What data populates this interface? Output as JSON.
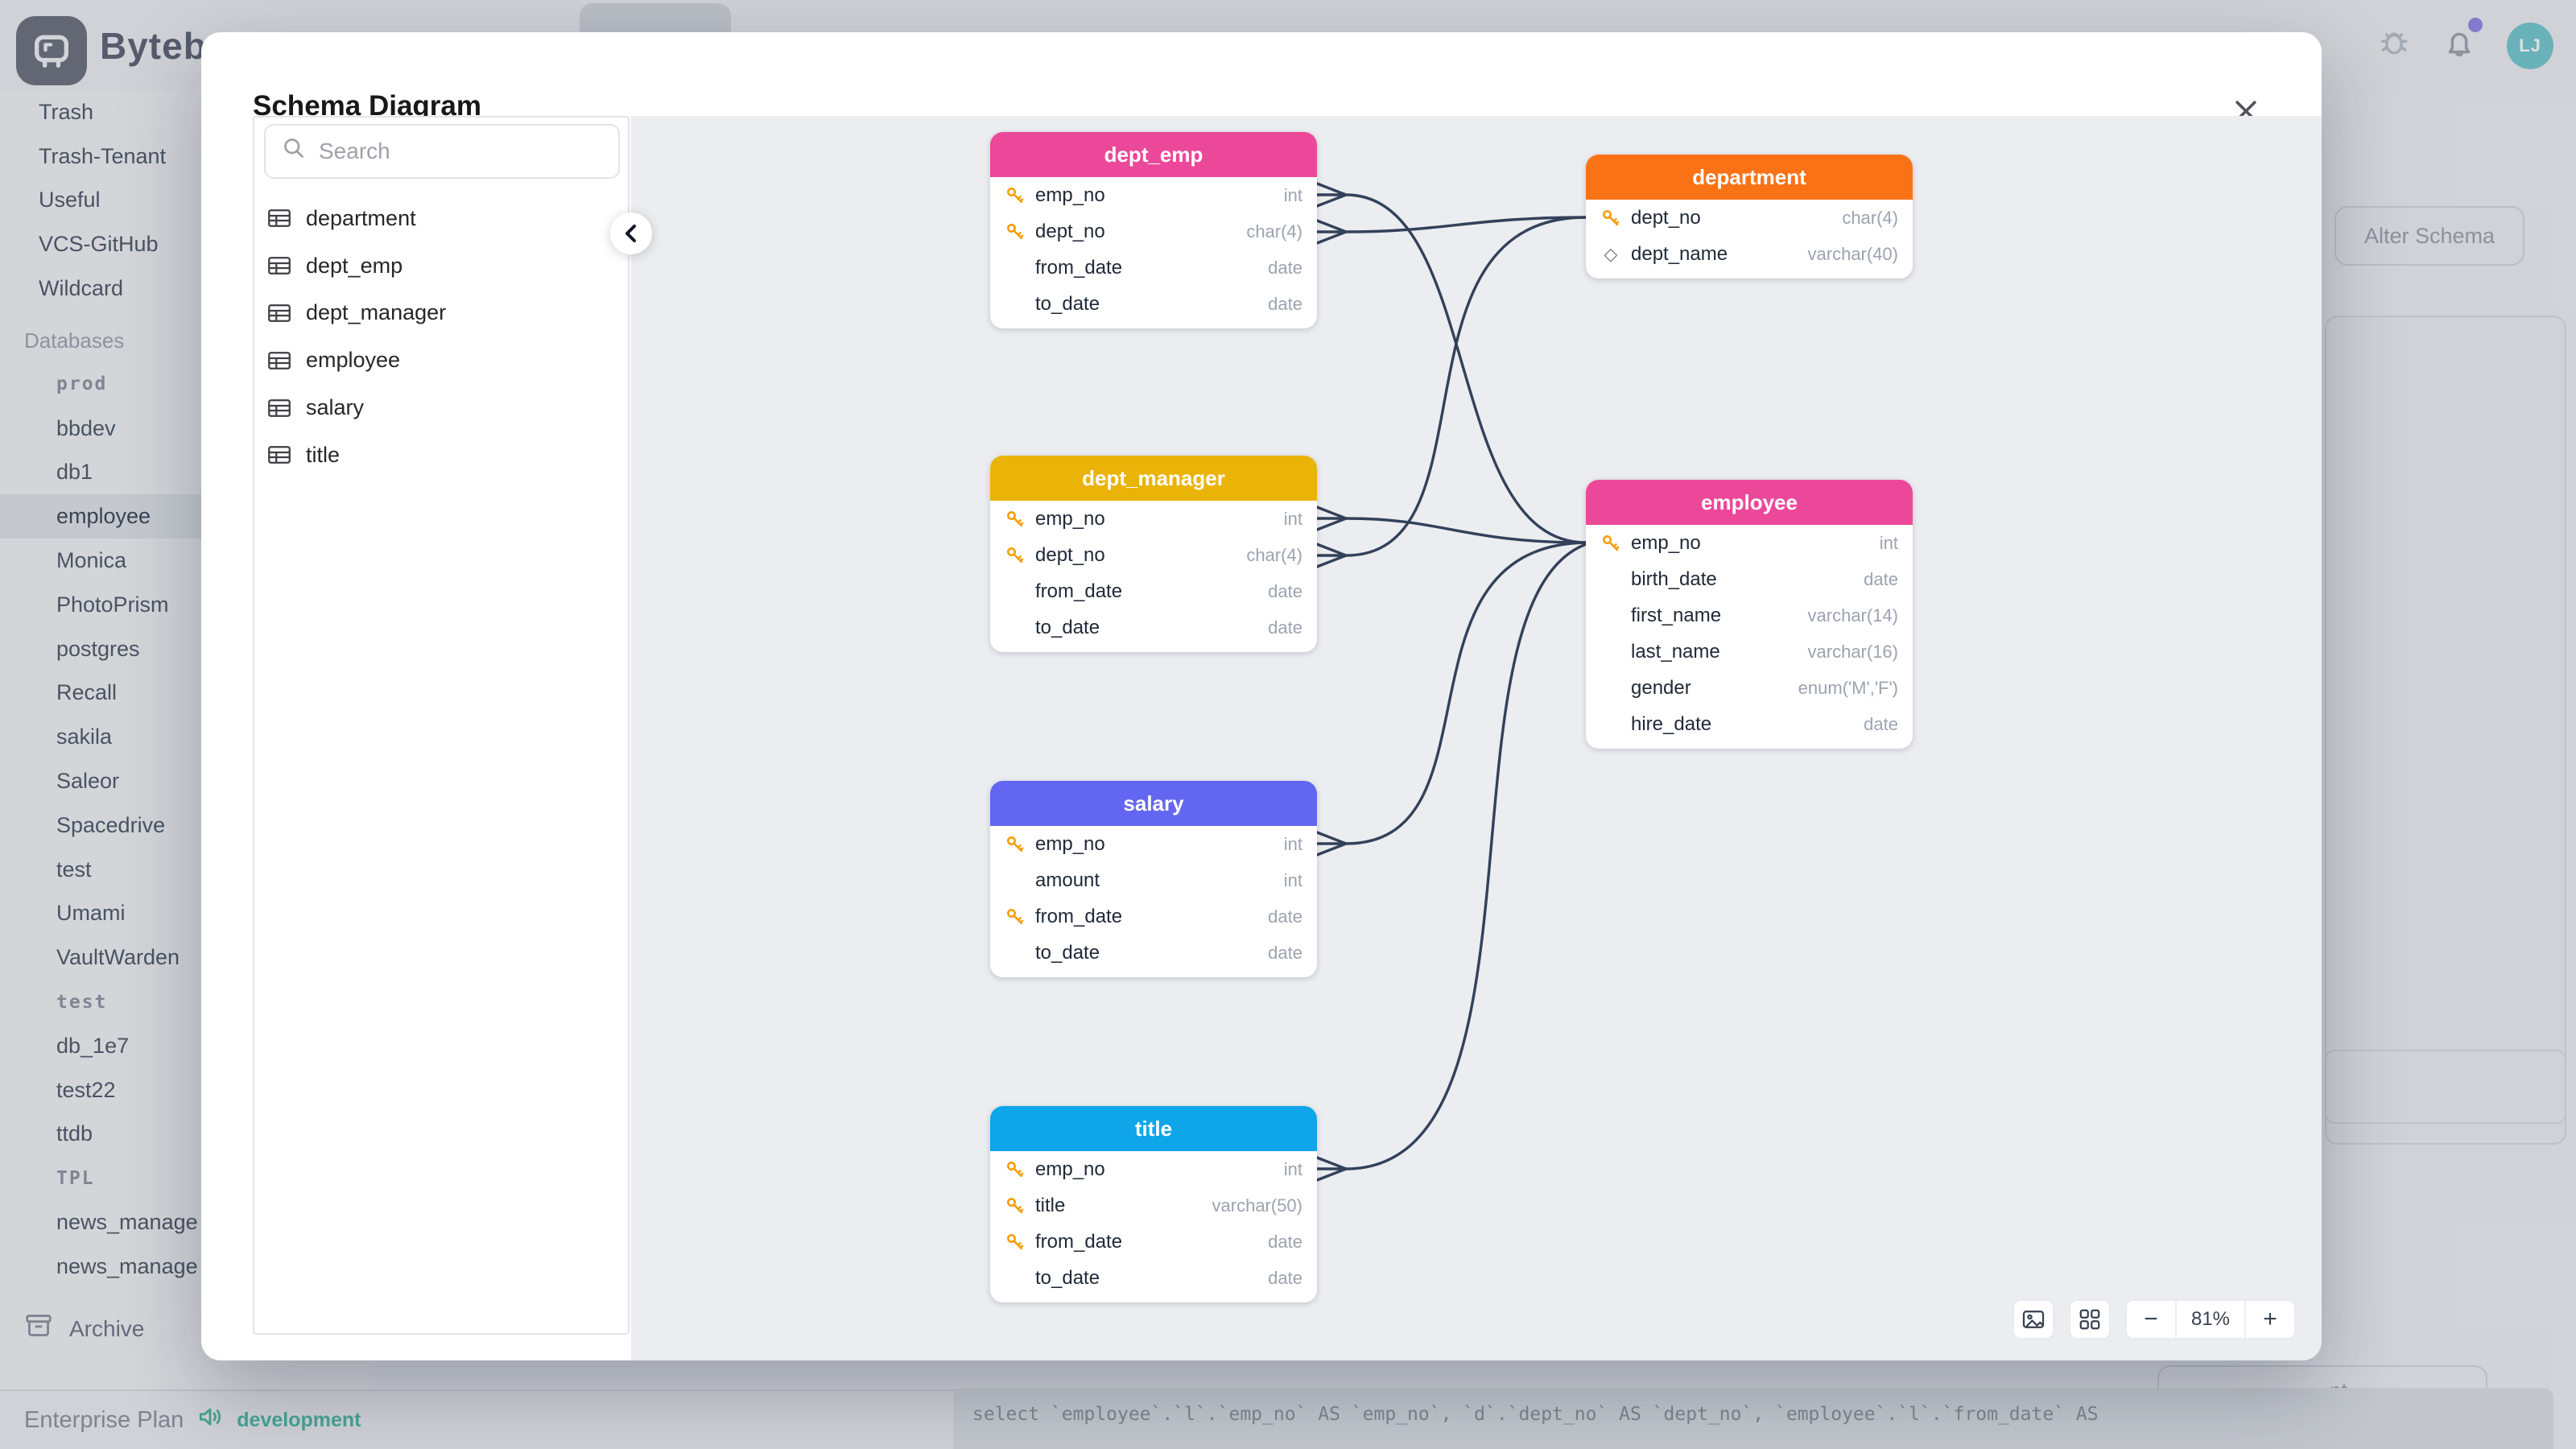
{
  "header": {
    "brand": "Bytebase",
    "avatar_initials": "LJ"
  },
  "sidebar": {
    "top_items": [
      "Trash",
      "Trash-Tenant",
      "Useful",
      "VCS-GitHub",
      "Wildcard"
    ],
    "section_label": "Databases",
    "groups": [
      {
        "label": "prod",
        "items": [
          "bbdev",
          "db1",
          "employee",
          "Monica",
          "PhotoPrism",
          "postgres",
          "Recall",
          "sakila",
          "Saleor",
          "Spacedrive",
          "test",
          "Umami",
          "VaultWarden"
        ],
        "active_item": "employee"
      },
      {
        "label": "test",
        "items": [
          "db_1e7",
          "test22",
          "ttdb"
        ]
      },
      {
        "label": "TPL",
        "items": [
          "news_manage",
          "news_manage"
        ]
      }
    ],
    "archive_label": "Archive",
    "plan_label": "Enterprise Plan",
    "env_label": "development"
  },
  "background_page": {
    "alter_schema_label": "Alter Schema",
    "sql_fragment": "select `employee`.`l`.`emp_no` AS `emp_no`, `d`.`dept_no` AS `dept_no`, `employee`.`l`.`from_date` AS",
    "right_fragment": "nt"
  },
  "modal": {
    "title": "Schema Diagram",
    "search_placeholder": "Search",
    "table_list": [
      "department",
      "dept_emp",
      "dept_manager",
      "employee",
      "salary",
      "title"
    ],
    "zoom_level": "81%",
    "zoom_minus": "−",
    "zoom_plus": "+",
    "close_glyph": "✕"
  },
  "diagram": {
    "tables": [
      {
        "name": "dept_emp",
        "header_color": "#ec4899",
        "columns": [
          {
            "name": "emp_no",
            "type": "int",
            "key": "primary"
          },
          {
            "name": "dept_no",
            "type": "char(4)",
            "key": "primary"
          },
          {
            "name": "from_date",
            "type": "date",
            "key": ""
          },
          {
            "name": "to_date",
            "type": "date",
            "key": ""
          }
        ]
      },
      {
        "name": "department",
        "header_color": "#f97316",
        "columns": [
          {
            "name": "dept_no",
            "type": "char(4)",
            "key": "primary"
          },
          {
            "name": "dept_name",
            "type": "varchar(40)",
            "key": "unique"
          }
        ]
      },
      {
        "name": "dept_manager",
        "header_color": "#eab308",
        "columns": [
          {
            "name": "emp_no",
            "type": "int",
            "key": "primary"
          },
          {
            "name": "dept_no",
            "type": "char(4)",
            "key": "primary"
          },
          {
            "name": "from_date",
            "type": "date",
            "key": ""
          },
          {
            "name": "to_date",
            "type": "date",
            "key": ""
          }
        ]
      },
      {
        "name": "employee",
        "header_color": "#ec4899",
        "columns": [
          {
            "name": "emp_no",
            "type": "int",
            "key": "primary"
          },
          {
            "name": "birth_date",
            "type": "date",
            "key": ""
          },
          {
            "name": "first_name",
            "type": "varchar(14)",
            "key": ""
          },
          {
            "name": "last_name",
            "type": "varchar(16)",
            "key": ""
          },
          {
            "name": "gender",
            "type": "enum('M','F')",
            "key": ""
          },
          {
            "name": "hire_date",
            "type": "date",
            "key": ""
          }
        ]
      },
      {
        "name": "salary",
        "header_color": "#6366f1",
        "columns": [
          {
            "name": "emp_no",
            "type": "int",
            "key": "primary"
          },
          {
            "name": "amount",
            "type": "int",
            "key": ""
          },
          {
            "name": "from_date",
            "type": "date",
            "key": "primary"
          },
          {
            "name": "to_date",
            "type": "date",
            "key": ""
          }
        ]
      },
      {
        "name": "title",
        "header_color": "#0ea5e9",
        "columns": [
          {
            "name": "emp_no",
            "type": "int",
            "key": "primary"
          },
          {
            "name": "title",
            "type": "varchar(50)",
            "key": "primary"
          },
          {
            "name": "from_date",
            "type": "date",
            "key": "primary"
          },
          {
            "name": "to_date",
            "type": "date",
            "key": ""
          }
        ]
      }
    ],
    "relationships": [
      "dept_emp.emp_no -> employee.emp_no",
      "dept_emp.dept_no -> department.dept_no",
      "dept_manager.emp_no -> employee.emp_no",
      "dept_manager.dept_no -> department.dept_no",
      "salary.emp_no -> employee.emp_no",
      "title.emp_no -> employee.emp_no"
    ],
    "colors": {
      "edge": "#33415a",
      "key_icon": "#f59e0b",
      "canvas_bg": "#ebedf0"
    }
  }
}
